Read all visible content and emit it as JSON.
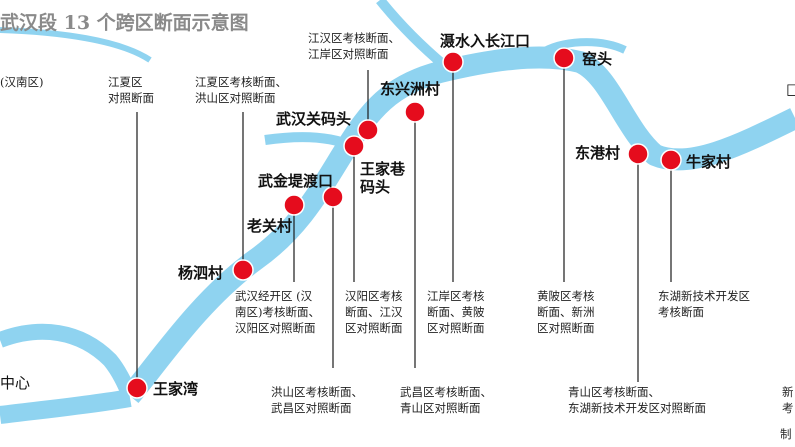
{
  "title": "武汉段 13 个跨区断面示意图",
  "colors": {
    "river": "#8fd3f0",
    "marker": "#e50c1d",
    "leader": "#1a1a1a",
    "title": "#8a8a8a"
  },
  "stations": {
    "wangjiawan": "王家湾",
    "yangsicun": "杨泗村",
    "laoguancun": "老关村",
    "wujintidukou": "武金堤渡口",
    "wangjiaxiang": "王家巷码头",
    "wuhanguan": "武汉关码头",
    "dongxingzhou": "东兴洲村",
    "shesui": "滠水入长江口",
    "yaotou": "窑头",
    "donggang": "东港村",
    "niujia": "牛家村"
  },
  "notes": {
    "jiangxia": [
      "江夏区",
      "对照断面"
    ],
    "jiangxia_hongshan": [
      "江夏区考核断面、",
      "洪山区对照断面"
    ],
    "jianghan_jiang_an": [
      "江汉区考核断面、",
      "江岸区对照断面"
    ],
    "jingkai": [
      "武汉经开区 (汉",
      "南区)考核断面、",
      "汉阳区对照断面"
    ],
    "hongshan_wuchang": [
      "洪山区考核断面、",
      "武昌区对照断面"
    ],
    "hanyang": [
      "汉阳区考核",
      "断面、江汉",
      "区对照断面"
    ],
    "jiang_an_huangpi": [
      "江岸区考核",
      "断面、黄陂",
      "区对照断面"
    ],
    "wuchang_qingshan": [
      "武昌区考核断面、",
      "青山区对照断面"
    ],
    "huangpi_xinzhou": [
      "黄陂区考核",
      "断面、新洲",
      "区对照断面"
    ],
    "qingshan_donghu": [
      "青山区考核断面、",
      "东湖新技术开发区对照断面"
    ],
    "donghu": [
      "东湖新技术开发区",
      "考核断面"
    ],
    "edge_left_hannan": "(汉南区)",
    "edge_left_center": "中心",
    "edge_right_top": "□",
    "edge_right_mid": [
      "新",
      "考"
    ],
    "edge_right_bottom": "制"
  }
}
